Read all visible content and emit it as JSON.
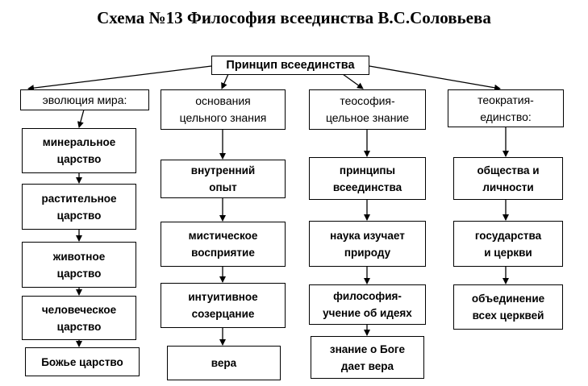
{
  "title": "Схема №13 Философия всеединства В.С.Соловьева",
  "root": "Принцип всеединства",
  "columns": [
    {
      "header": "эволюция мира:",
      "items": [
        "минеральное\nцарство",
        "растительное\nцарство",
        "животное\nцарство",
        "человеческое\nцарство",
        "Божье царство"
      ]
    },
    {
      "header": "основания\nцельного знания",
      "items": [
        "внутренний\nопыт",
        "мистическое\nвосприятие",
        "интуитивное\nсозерцание",
        "вера"
      ]
    },
    {
      "header": "теософия-\nцельное знание",
      "items": [
        "принципы\nвсеединства",
        "наука изучает\nприроду",
        "философия-\nучение об идеях",
        "знание о Боге\nдает вера"
      ]
    },
    {
      "header": "теократия-\nединство:",
      "items": [
        "общества  и\nличности",
        "государства\nи церкви",
        "объединение\nвсех церквей"
      ]
    }
  ]
}
